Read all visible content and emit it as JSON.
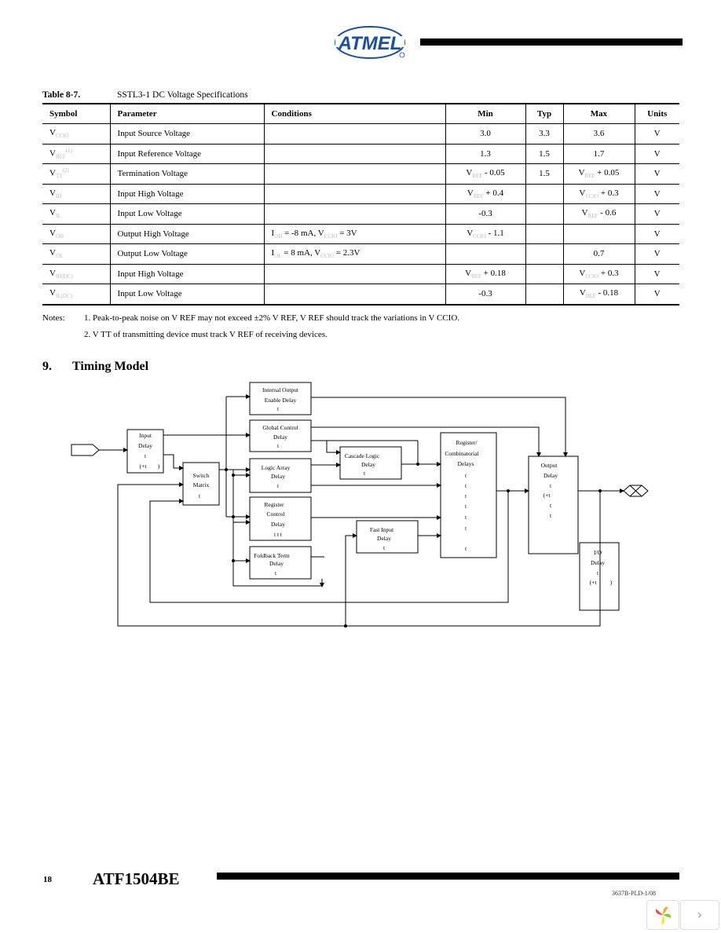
{
  "header": {
    "logo_text": "ATMEL"
  },
  "table": {
    "caption_label": "Table 8-7.",
    "caption_title": "SSTL3-1 DC Voltage Specifications",
    "headers": [
      "Symbol",
      "Parameter",
      "Conditions",
      "Min",
      "Typ",
      "Max",
      "Units"
    ],
    "rows": [
      {
        "sym": "V",
        "sub": "CCIO",
        "sup": "",
        "param": "Input Source Voltage",
        "cond": "",
        "min": "3.0",
        "typ": "3.3",
        "max": "3.6",
        "units": "V"
      },
      {
        "sym": "V",
        "sub": "REF",
        "sup": "(1)",
        "param": "Input Reference Voltage",
        "cond": "",
        "min": "1.3",
        "typ": "1.5",
        "max": "1.7",
        "units": "V"
      },
      {
        "sym": "V",
        "sub": "TT",
        "sup": "(2)",
        "param": "Termination Voltage",
        "cond": "",
        "min": "V REF - 0.05",
        "typ": "1.5",
        "max": "V REF + 0.05",
        "units": "V"
      },
      {
        "sym": "V",
        "sub": "IH",
        "sup": "",
        "param": "Input High Voltage",
        "cond": "",
        "min": "V REF + 0.4",
        "typ": "",
        "max": "V CCIO + 0.3",
        "units": "V"
      },
      {
        "sym": "V",
        "sub": "IL",
        "sup": "",
        "param": "Input Low Voltage",
        "cond": "",
        "min": "-0.3",
        "typ": "",
        "max": "V REF - 0.6",
        "units": "V"
      },
      {
        "sym": "V",
        "sub": "OH",
        "sup": "",
        "param": "Output High Voltage",
        "cond": "I OH = -8 mA, V CCIO = 3V",
        "min": "V CCIO - 1.1",
        "typ": "",
        "max": "",
        "units": "V"
      },
      {
        "sym": "V",
        "sub": "OL",
        "sup": "",
        "param": "Output Low Voltage",
        "cond": "I OL = 8 mA, V CCIO = 2.3V",
        "min": "",
        "typ": "",
        "max": "0.7",
        "units": "V"
      },
      {
        "sym": "V",
        "sub": "IH(DC)",
        "sup": "",
        "param": "Input High Voltage",
        "cond": "",
        "min": "V REF + 0.18",
        "typ": "",
        "max": "V CCIO + 0.3",
        "units": "V"
      },
      {
        "sym": "V",
        "sub": "IL(DC)",
        "sup": "",
        "param": "Input Low Voltage",
        "cond": "",
        "min": "-0.3",
        "typ": "",
        "max": "V REF - 0.18",
        "units": "V"
      }
    ]
  },
  "notes": {
    "label": "Notes:",
    "note1": "1. Peak-to-peak noise on V REF may not exceed ±2% V REF, V REF should track the variations in V CCIO.",
    "note2": "2. V TT of transmitting device must track V REF of receiving devices."
  },
  "section": {
    "number": "9.",
    "title": "Timing Model"
  },
  "diagram": {
    "input_delay": [
      "Input",
      "Delay",
      "t",
      "(+t",
      ")"
    ],
    "switch_matrix": [
      "Switch",
      "Matrix",
      "t"
    ],
    "internal_oe": [
      "Internal Output",
      "Enable Delay",
      "t"
    ],
    "global_control": [
      "Global Control",
      "Delay",
      "t"
    ],
    "logic_array": [
      "Logic Array",
      "Delay",
      "t"
    ],
    "register_control": [
      "Register",
      "Control",
      "Delay",
      "t     t     t"
    ],
    "foldback": [
      "Foldback Term",
      "Delay",
      "t"
    ],
    "cascade": [
      "Cascade Logic",
      "Delay",
      "t"
    ],
    "fast_input": [
      "Fast Input",
      "Delay",
      "t"
    ],
    "register_comb": [
      "Register/",
      "Combinatorial",
      "Delays",
      "t",
      "t",
      "t",
      "t",
      "t",
      "t",
      "t"
    ],
    "output_delay": [
      "Output",
      "Delay",
      "t",
      "(+t",
      "t",
      "t"
    ],
    "io_delay": [
      "I/O",
      "Delay",
      "t",
      "(+t",
      ")"
    ]
  },
  "footer": {
    "page": "18",
    "product": "ATF1504BE",
    "doc": "3637B-PLD-1/08"
  }
}
